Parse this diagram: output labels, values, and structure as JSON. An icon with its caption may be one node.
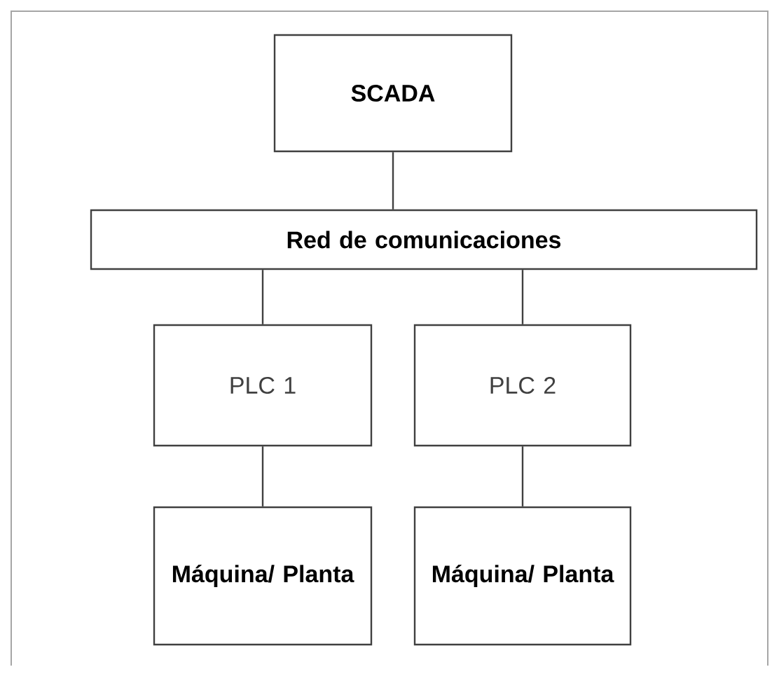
{
  "diagram": {
    "nodes": [
      {
        "text": [
          "SCADA"
        ]
      },
      {
        "text": [
          "Red de comunicaciones"
        ]
      },
      {
        "text": [
          "PLC 1"
        ]
      },
      {
        "text": [
          "PLC 2"
        ]
      },
      {
        "text": [
          "Máquina/ Planta"
        ]
      },
      {
        "text": [
          "Máquina/ Planta"
        ]
      }
    ],
    "edges": [
      {
        "from": 0,
        "to": 1,
        "arrow": "none"
      },
      {
        "from": 1,
        "to": 2,
        "arrow": "none"
      },
      {
        "from": 1,
        "to": 3,
        "arrow": "none"
      },
      {
        "from": 2,
        "to": 4,
        "arrow": "none"
      },
      {
        "from": 3,
        "to": 5,
        "arrow": "none"
      }
    ]
  }
}
